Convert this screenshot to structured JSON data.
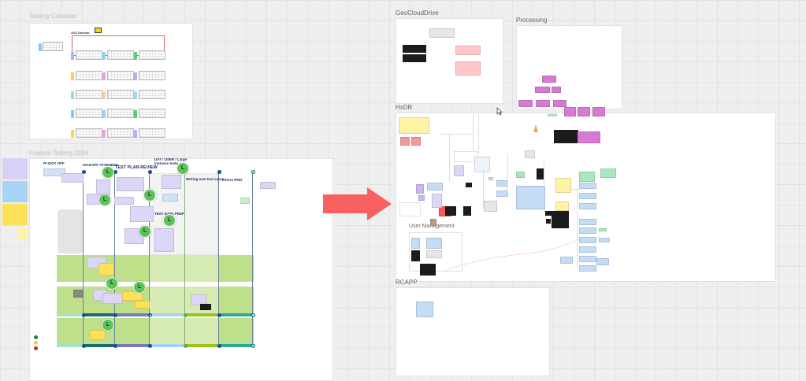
{
  "frames": {
    "testing_calendar": {
      "title": "Testing Calendar",
      "calendar_label": "2024 Calendar"
    },
    "feature_testing": {
      "title": "Feature Testing 2024",
      "stages": {
        "pi_kick_off": "PI KICK OFF",
        "kickoff_attended": "KICKOFF ATTENDED",
        "test_plan_review": "TEST PLAN REVIEW",
        "uat_tests": "UAT / USER / Large instance tests",
        "writing_test_cases": "Writing new test cases",
        "inform_pmo": "Inform PMO",
        "test_data_prep": "TEST DATA PREP"
      },
      "avatar_initial": "L",
      "legend_colors": [
        "#2e7d32",
        "#f2c94c",
        "#c62828"
      ]
    },
    "geoclouddrive": {
      "title": "GeoCloudDrive"
    },
    "processing": {
      "title": "Processing"
    },
    "hxdr": {
      "title": "HxDR",
      "user_management": "User Management"
    },
    "rcapp": {
      "title": "RCAPP"
    }
  },
  "colors": {
    "arrow": "#f96060",
    "sticky_magenta": "#d67bd1",
    "sticky_blue": "#c5dcf5",
    "sticky_yellow": "#fff3a6",
    "lane_green": "#bfe08a"
  }
}
